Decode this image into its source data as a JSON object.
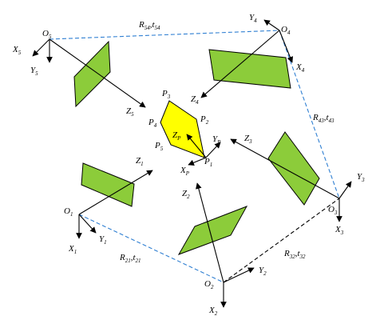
{
  "colors": {
    "plane_fill": "#8ccc3a",
    "object_fill": "#ffff00",
    "camera_baseline": "#2f7fd2",
    "object_baseline": "#000000",
    "axis": "#000000"
  },
  "cameras": [
    {
      "origin": {
        "base": "O",
        "sub": "1"
      },
      "axes": [
        {
          "base": "X",
          "sub": "1"
        },
        {
          "base": "Y",
          "sub": "1"
        },
        {
          "base": "Z",
          "sub": "1"
        }
      ]
    },
    {
      "origin": {
        "base": "O",
        "sub": "2"
      },
      "axes": [
        {
          "base": "X",
          "sub": "2"
        },
        {
          "base": "Y",
          "sub": "2"
        },
        {
          "base": "Z",
          "sub": "2"
        }
      ]
    },
    {
      "origin": {
        "base": "O",
        "sub": "3"
      },
      "axes": [
        {
          "base": "X",
          "sub": "3"
        },
        {
          "base": "Y",
          "sub": "3"
        },
        {
          "base": "Z",
          "sub": "3"
        }
      ]
    },
    {
      "origin": {
        "base": "O",
        "sub": "4"
      },
      "axes": [
        {
          "base": "X",
          "sub": "4"
        },
        {
          "base": "Y",
          "sub": "4"
        },
        {
          "base": "Z",
          "sub": "4"
        }
      ]
    },
    {
      "origin": {
        "base": "O",
        "sub": "5"
      },
      "axes": [
        {
          "base": "X",
          "sub": "5"
        },
        {
          "base": "Y",
          "sub": "5"
        },
        {
          "base": "Z",
          "sub": "5"
        }
      ]
    }
  ],
  "object": {
    "points": [
      {
        "base": "P",
        "sub": "1"
      },
      {
        "base": "P",
        "sub": "2"
      },
      {
        "base": "P",
        "sub": "3"
      },
      {
        "base": "P",
        "sub": "4"
      },
      {
        "base": "P",
        "sub": "5"
      }
    ],
    "axes": [
      {
        "base": "X",
        "sub": "P"
      },
      {
        "base": "Y",
        "sub": "P"
      },
      {
        "base": "Z",
        "sub": "P"
      }
    ]
  },
  "transforms": [
    {
      "r": {
        "base": "R",
        "sub": "21"
      },
      "sep": ",",
      "t": {
        "base": "t",
        "sub": "21"
      }
    },
    {
      "r": {
        "base": "R",
        "sub": "32"
      },
      "sep": ",",
      "t": {
        "base": "t",
        "sub": "32"
      }
    },
    {
      "r": {
        "base": "R",
        "sub": "43"
      },
      "sep": ",",
      "t": {
        "base": "t",
        "sub": "43"
      }
    },
    {
      "r": {
        "base": "R",
        "sub": "54"
      },
      "sep": ",",
      "t": {
        "base": "t",
        "sub": "54"
      }
    }
  ]
}
